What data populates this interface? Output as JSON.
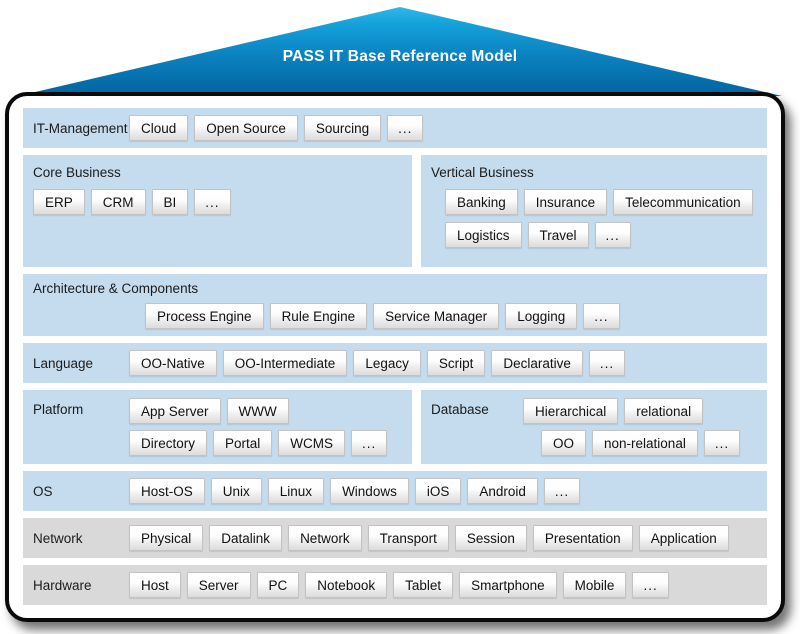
{
  "title": "PASS IT Base Reference Model",
  "colors": {
    "roof_top": "#29ade3",
    "roof_bottom": "#02639f",
    "band_blue": "#c5dcee",
    "band_gray": "#d9d9d9",
    "frame": "#0a0a0a",
    "chip_text": "#111111"
  },
  "rows": {
    "it_management": {
      "label": "IT-Management",
      "items": [
        "Cloud",
        "Open Source",
        "Sourcing",
        "..."
      ]
    },
    "core_business": {
      "label": "Core Business",
      "items": [
        "ERP",
        "CRM",
        "BI",
        "..."
      ]
    },
    "vertical_business": {
      "label": "Vertical Business",
      "line1": [
        "Banking",
        "Insurance",
        "Telecommunication"
      ],
      "line2": [
        "Logistics",
        "Travel",
        "..."
      ]
    },
    "architecture": {
      "label": "Architecture & Components",
      "items": [
        "Process Engine",
        "Rule Engine",
        "Service Manager",
        "Logging",
        "..."
      ]
    },
    "language": {
      "label": "Language",
      "items": [
        "OO-Native",
        "OO-Intermediate",
        "Legacy",
        "Script",
        "Declarative",
        "..."
      ]
    },
    "platform": {
      "label": "Platform",
      "line1": [
        "App Server",
        "WWW"
      ],
      "line2": [
        "Directory",
        "Portal",
        "WCMS",
        "..."
      ]
    },
    "database": {
      "label": "Database",
      "line1": [
        "Hierarchical",
        "relational"
      ],
      "line2": [
        "OO",
        "non-relational",
        "..."
      ]
    },
    "os": {
      "label": "OS",
      "items": [
        "Host-OS",
        "Unix",
        "Linux",
        "Windows",
        "iOS",
        "Android",
        "..."
      ]
    },
    "network": {
      "label": "Network",
      "items": [
        "Physical",
        "Datalink",
        "Network",
        "Transport",
        "Session",
        "Presentation",
        "Application"
      ]
    },
    "hardware": {
      "label": "Hardware",
      "items": [
        "Host",
        "Server",
        "PC",
        "Notebook",
        "Tablet",
        "Smartphone",
        "Mobile",
        "..."
      ]
    }
  }
}
